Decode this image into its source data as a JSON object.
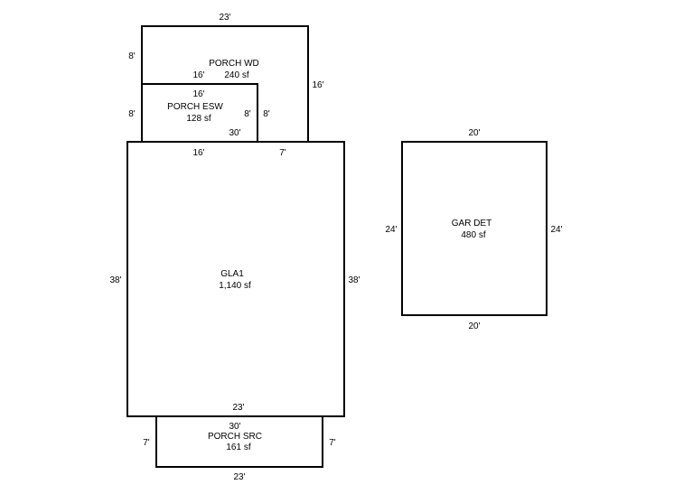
{
  "line_color": "#000000",
  "background": "#ffffff",
  "porch_wd": {
    "name": "PORCH WD",
    "area": "240 sf",
    "dim_top": "23'",
    "dim_left": "8'",
    "dim_right": "16'",
    "dim_inner": "16'"
  },
  "porch_esw": {
    "name": "PORCH ESW",
    "area": "128 sf",
    "dim_top": "16'",
    "dim_left": "8'",
    "dim_right_inner": "8'",
    "dim_right_outer": "8'",
    "dim_bottom": "30'"
  },
  "gla1": {
    "name": "GLA1",
    "area": "1,140 sf",
    "dim_top_left": "16'",
    "dim_top_right": "7'",
    "dim_left": "38'",
    "dim_right": "38'",
    "dim_bottom": "23'"
  },
  "porch_src": {
    "name": "PORCH SRC",
    "area": "161 sf",
    "dim_top": "30'",
    "dim_left": "7'",
    "dim_right": "7'",
    "dim_bottom": "23'"
  },
  "gar_det": {
    "name": "GAR DET",
    "area": "480 sf",
    "dim_top": "20'",
    "dim_left": "24'",
    "dim_right": "24'",
    "dim_bottom": "20'"
  }
}
